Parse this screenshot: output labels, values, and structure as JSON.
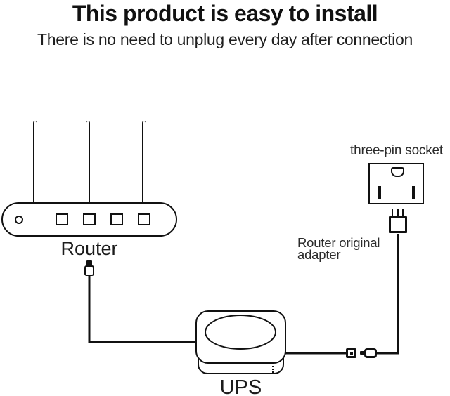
{
  "header": {
    "title": "This product is easy to install",
    "subtitle": "There is no need to unplug every day after connection"
  },
  "diagram": {
    "router_label": "Router",
    "ups_label": "UPS",
    "socket_label": "three-pin socket",
    "adapter_label_line1": "Router original",
    "adapter_label_line2": "adapter"
  },
  "colors": {
    "stroke": "#111111",
    "label_text": "#2b2b2b",
    "background": "#ffffff"
  }
}
